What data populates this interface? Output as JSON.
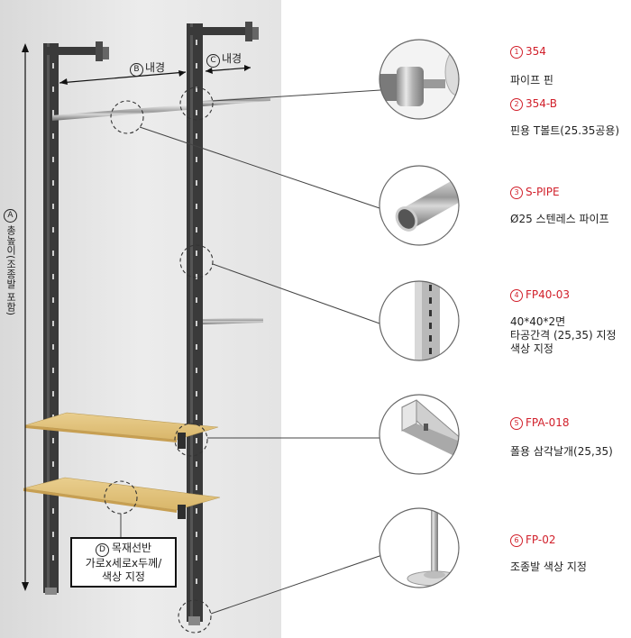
{
  "diagram": {
    "dimensions": {
      "b": {
        "badge": "B",
        "text": "내경"
      },
      "c": {
        "badge": "C",
        "text": "내경"
      },
      "a": {
        "badge": "A",
        "text": "총높이(조종발 포함)"
      },
      "d": {
        "badge": "D",
        "line1": "목재선반",
        "line2": "가로x세로x두께/",
        "line3": "색상 지정"
      }
    },
    "parts": [
      {
        "num": "1",
        "code": "354",
        "desc": "파이프 핀",
        "icon": "pipe-pin-icon"
      },
      {
        "num": "2",
        "code": "354-B",
        "desc": "핀용 T볼트(25.35공용)",
        "icon": "t-bolt-icon"
      },
      {
        "num": "3",
        "code": "S-PIPE",
        "desc": "Ø25 스텐레스 파이프",
        "icon": "stainless-pipe-icon"
      },
      {
        "num": "4",
        "code": "FP40-03",
        "desc": "40*40*2면",
        "desc2": "타공간격 (25,35) 지정",
        "desc3": "색상 지정",
        "icon": "slotted-post-icon"
      },
      {
        "num": "5",
        "code": "FPA-018",
        "desc": "폴용 삼각날개(25,35)",
        "icon": "triangle-bracket-icon"
      },
      {
        "num": "6",
        "code": "FP-02",
        "desc": "조종발 색상 지정",
        "icon": "leveling-foot-icon"
      }
    ],
    "colors": {
      "accent": "#d11f2a",
      "background_panel": "#e6e6e6",
      "post": "#3a3a3a",
      "shelf": "#e3c47e",
      "callout_border": "#666666"
    }
  }
}
